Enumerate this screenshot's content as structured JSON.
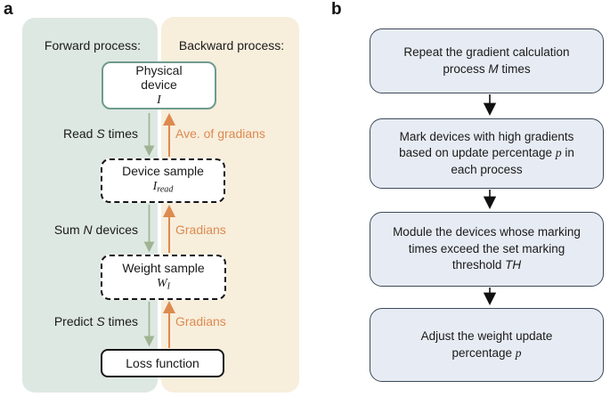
{
  "colors": {
    "panel_green_bg": "#dee8e3",
    "panel_tan_bg": "#f7eedc",
    "physical_box_border": "#6f9b8e",
    "forward_arrow_green": "#9fb492",
    "backward_arrow_orange": "#dd8a4f",
    "flow_box_fill": "#e7ecf4",
    "flow_box_border": "#3e4a59",
    "text": "#1a1a1a"
  },
  "panel_a": {
    "label": "a",
    "forward_header": "Forward process:",
    "backward_header": "Backward process:",
    "nodes": {
      "physical_device": {
        "lines": [
          [
            {
              "t": "Physical"
            }
          ],
          [
            {
              "t": "device"
            }
          ],
          [
            {
              "t": "I",
              "s": "mi"
            }
          ]
        ]
      },
      "device_sample": {
        "lines": [
          [
            {
              "t": "Device sample"
            }
          ],
          [
            {
              "t": "I",
              "s": "mi"
            },
            {
              "t": "read",
              "s": "ms"
            }
          ]
        ]
      },
      "weight_sample": {
        "lines": [
          [
            {
              "t": "Weight sample"
            }
          ],
          [
            {
              "t": "W",
              "s": "mi"
            },
            {
              "t": "I",
              "s": "ms"
            }
          ]
        ]
      },
      "loss_function": {
        "lines": [
          [
            {
              "t": "Loss function"
            }
          ]
        ]
      }
    },
    "edge_labels": {
      "read": {
        "lines": [
          [
            {
              "t": "Read "
            },
            {
              "t": "S",
              "s": "vi"
            },
            {
              "t": " times"
            }
          ]
        ]
      },
      "ave_of_gradians": {
        "lines": [
          [
            {
              "t": "Ave. of gradians"
            }
          ]
        ]
      },
      "sum": {
        "lines": [
          [
            {
              "t": "Sum "
            },
            {
              "t": "N",
              "s": "vi"
            },
            {
              "t": " devices"
            }
          ]
        ]
      },
      "gradians_mid": {
        "lines": [
          [
            {
              "t": "Gradians"
            }
          ]
        ]
      },
      "predict": {
        "lines": [
          [
            {
              "t": "Predict "
            },
            {
              "t": "S",
              "s": "vi"
            },
            {
              "t": " times"
            }
          ]
        ]
      },
      "gradians_bottom": {
        "lines": [
          [
            {
              "t": "Gradians"
            }
          ]
        ]
      }
    }
  },
  "panel_b": {
    "label": "b",
    "steps": [
      {
        "lines": [
          [
            {
              "t": "Repeat the gradient calculation"
            }
          ],
          [
            {
              "t": "process "
            },
            {
              "t": "M",
              "s": "vi"
            },
            {
              "t": " times"
            }
          ]
        ]
      },
      {
        "lines": [
          [
            {
              "t": "Mark devices with high gradients"
            }
          ],
          [
            {
              "t": "based on update percentage "
            },
            {
              "t": "p",
              "s": "mi"
            },
            {
              "t": " in"
            }
          ],
          [
            {
              "t": "each  process"
            }
          ]
        ]
      },
      {
        "lines": [
          [
            {
              "t": "Module the devices whose marking"
            }
          ],
          [
            {
              "t": "times exceed the set marking"
            }
          ],
          [
            {
              "t": "threshold "
            },
            {
              "t": "TH",
              "s": "vi"
            }
          ]
        ]
      },
      {
        "lines": [
          [
            {
              "t": "Adjust the weight update"
            }
          ],
          [
            {
              "t": "percentage "
            },
            {
              "t": "p",
              "s": "mi"
            }
          ]
        ]
      }
    ]
  }
}
